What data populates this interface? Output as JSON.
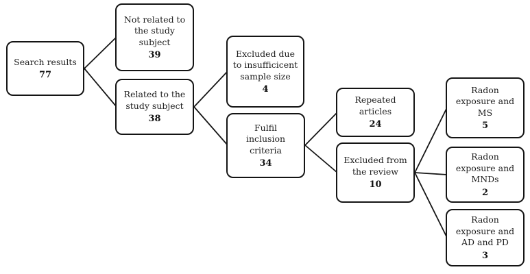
{
  "diagram": {
    "type": "flowchart",
    "nodes": [
      {
        "label": "Search results",
        "count": 77
      },
      {
        "label": "Not related to\nthe study\nsubject",
        "count": 39
      },
      {
        "label": "Related to the\nstudy subject",
        "count": 38
      },
      {
        "label": "Excluded due\nto insufficicent\nsample size",
        "count": 4
      },
      {
        "label": "Fulfil\ninclusion\ncriteria",
        "count": 34
      },
      {
        "label": "Repeated\narticles",
        "count": 24
      },
      {
        "label": "Excluded from\nthe review",
        "count": 10
      },
      {
        "label": "Radon\nexposure and\nMS",
        "count": 5
      },
      {
        "label": "Radon\nexposure and\nMNDs",
        "count": 2
      },
      {
        "label": "Radon\nexposure and\nAD and PD",
        "count": 3
      }
    ],
    "edges": [
      {
        "from": 0,
        "to": 1
      },
      {
        "from": 0,
        "to": 2
      },
      {
        "from": 2,
        "to": 3
      },
      {
        "from": 2,
        "to": 4
      },
      {
        "from": 4,
        "to": 5
      },
      {
        "from": 4,
        "to": 6
      },
      {
        "from": 6,
        "to": 7
      },
      {
        "from": 6,
        "to": 8
      },
      {
        "from": 6,
        "to": 9
      }
    ],
    "colors": {
      "background": "#ffffff",
      "box_border": "#141414",
      "line": "#161616",
      "text": "#1c1c1c"
    }
  }
}
